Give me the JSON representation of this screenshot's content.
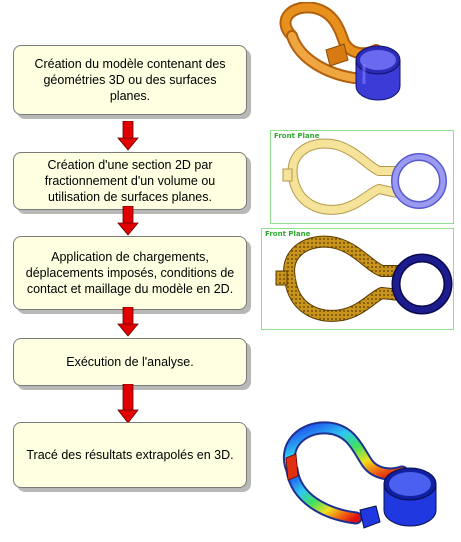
{
  "steps": [
    {
      "label": "Création du modèle contenant des géométries 3D ou des surfaces planes."
    },
    {
      "label": "Création d'une section 2D par fractionnement d'un volume ou utilisation de surfaces planes."
    },
    {
      "label": "Application de chargements, déplacements imposés, conditions de contact et maillage du modèle en 2D."
    },
    {
      "label": "Exécution de l'analyse."
    },
    {
      "label": "Tracé des résultats extrapolés en 3D."
    }
  ],
  "panels": {
    "section_label": "Front Plane",
    "mesh_label": "Front Plane"
  },
  "colors": {
    "box_fill": "#ffffe1",
    "arrow": "#e00000",
    "clip_3d": "#e38a1a",
    "ring_3d": "#3b3bd8",
    "section_clip": "#f6e39a",
    "section_ring": "#8c8cea",
    "mesh_clip": "#c8941a",
    "mesh_ring": "#1c1c8c",
    "panel_border": "#8fe08f"
  },
  "icons": [
    "clip-3d-model",
    "clip-2d-section",
    "clip-2d-mesh",
    "clip-3d-results"
  ]
}
